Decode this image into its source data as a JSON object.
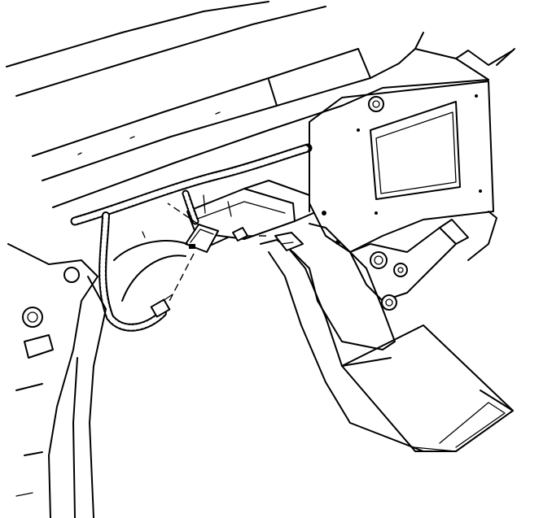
{
  "diagram": {
    "labels": [],
    "components": [
      "instrument-panel",
      "wiring-harness",
      "electrical-connector",
      "module",
      "retaining-screw",
      "bracket",
      "pedal-assembly",
      "center-console-panel",
      "floor-mat"
    ]
  },
  "colors": {
    "line": "#000000",
    "background": "#ffffff"
  }
}
